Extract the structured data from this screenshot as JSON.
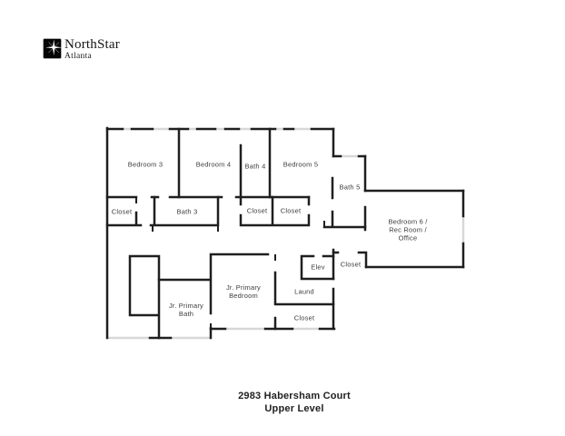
{
  "logo": {
    "name": "NorthStar",
    "city": "Atlanta",
    "icon": "north-star-burst-icon"
  },
  "floorplan": {
    "rooms": [
      {
        "id": "bedroom-3",
        "label": "Bedroom 3"
      },
      {
        "id": "bedroom-4",
        "label": "Bedroom 4"
      },
      {
        "id": "bath-4",
        "label": "Bath 4"
      },
      {
        "id": "bedroom-5",
        "label": "Bedroom 5"
      },
      {
        "id": "bath-5",
        "label": "Bath 5"
      },
      {
        "id": "closet-bedroom-3",
        "label": "Closet"
      },
      {
        "id": "bath-3",
        "label": "Bath 3"
      },
      {
        "id": "closet-hall-1",
        "label": "Closet"
      },
      {
        "id": "closet-hall-2",
        "label": "Closet"
      },
      {
        "id": "bedroom-6-rec-room",
        "label": "Bedroom 6 /\nRec Room /\nOffice"
      },
      {
        "id": "elevator",
        "label": "Elev"
      },
      {
        "id": "closet-elev-hall",
        "label": "Closet"
      },
      {
        "id": "laundry",
        "label": "Laund"
      },
      {
        "id": "closet-lower",
        "label": "Closet"
      },
      {
        "id": "jr-primary-bedroom",
        "label": "Jr. Primary\nBedroom"
      },
      {
        "id": "jr-primary-bath",
        "label": "Jr. Primary\nBath"
      }
    ]
  },
  "footer": {
    "address": "2983 Habersham Court",
    "level": "Upper Level"
  },
  "colors": {
    "wall": "#1f1f1f",
    "window_opening": "#d8d8d8",
    "label_text": "#3c3c3c",
    "logo_background": "#050505"
  }
}
